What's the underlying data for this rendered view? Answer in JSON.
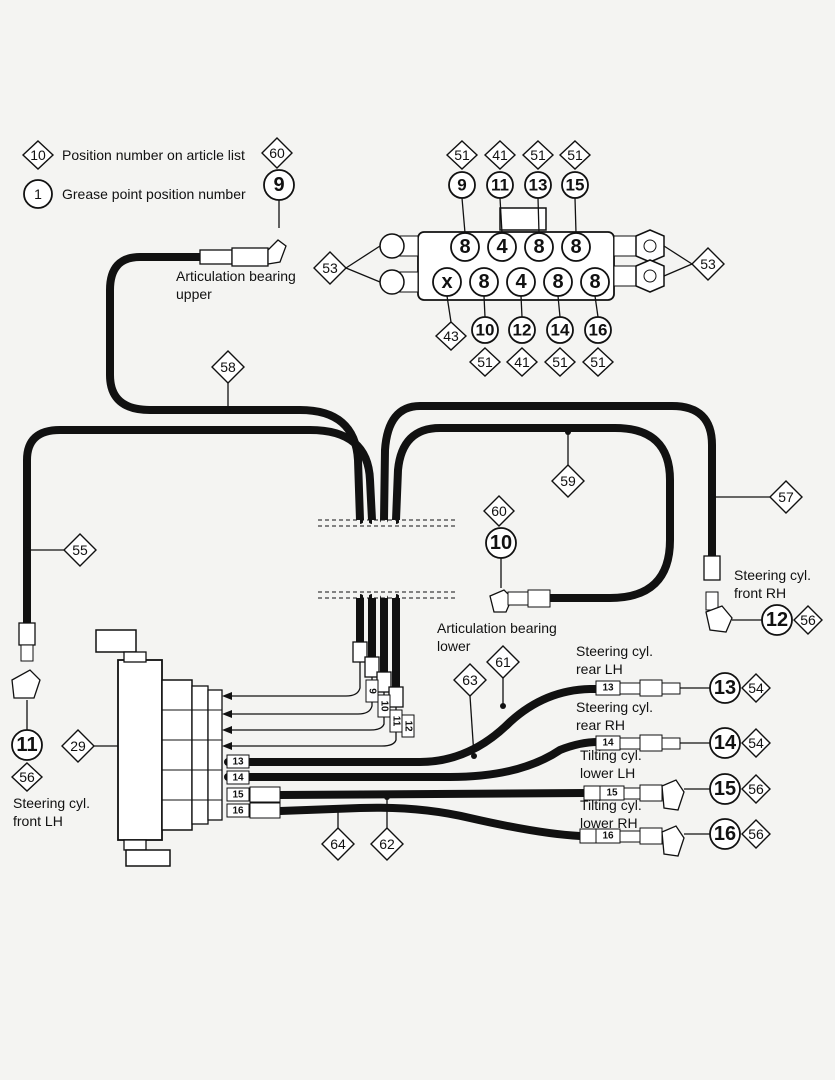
{
  "legend": {
    "position_label": "Position number on article list",
    "position_example": "10",
    "grease_label": "Grease point position number",
    "grease_example": "1"
  },
  "labels": {
    "artic_upper_1": "Articulation bearing",
    "artic_upper_2": "upper",
    "artic_lower_1": "Articulation bearing",
    "artic_lower_2": "lower",
    "steer_front_rh_1": "Steering cyl.",
    "steer_front_rh_2": "front RH",
    "steer_front_lh_1": "Steering cyl.",
    "steer_front_lh_2": "front LH",
    "steer_rear_lh_1": "Steering cyl.",
    "steer_rear_lh_2": "rear LH",
    "steer_rear_rh_1": "Steering cyl.",
    "steer_rear_rh_2": "rear RH",
    "tilt_lower_lh_1": "Tilting cyl.",
    "tilt_lower_lh_2": "lower LH",
    "tilt_lower_rh_1": "Tilting cyl.",
    "tilt_lower_rh_2": "lower RH"
  },
  "block": {
    "top_row": [
      "8",
      "4",
      "8",
      "8"
    ],
    "bottom_row": [
      "x",
      "8",
      "4",
      "8",
      "8"
    ],
    "top_points": [
      "9",
      "11",
      "13",
      "15"
    ],
    "top_refs": [
      "51",
      "41",
      "51",
      "51"
    ],
    "bottom_points": [
      "10",
      "12",
      "14",
      "16"
    ],
    "bottom_refs": [
      "51",
      "41",
      "51",
      "51"
    ],
    "x_ref": "43",
    "fitting_ref": "53"
  },
  "points": {
    "p9": "9",
    "p9_ref": "60",
    "p10": "10",
    "p10_ref": "60",
    "p11": "11",
    "p11_ref": "56",
    "p12": "12",
    "p12_ref": "56",
    "p13": "13",
    "p13_ref": "54",
    "p14": "14",
    "p14_ref": "54",
    "p15": "15",
    "p15_ref": "56",
    "p16": "16",
    "p16_ref": "56"
  },
  "hoses": {
    "h55": "55",
    "h57": "57",
    "h58": "58",
    "h59": "59",
    "h61": "61",
    "h62": "62",
    "h63": "63",
    "h64": "64",
    "distributor": "29"
  },
  "tags": {
    "t9": "9",
    "t10": "10",
    "t11": "11",
    "t12": "12",
    "t13": "13",
    "t14": "14",
    "t15": "15",
    "t16": "16"
  }
}
